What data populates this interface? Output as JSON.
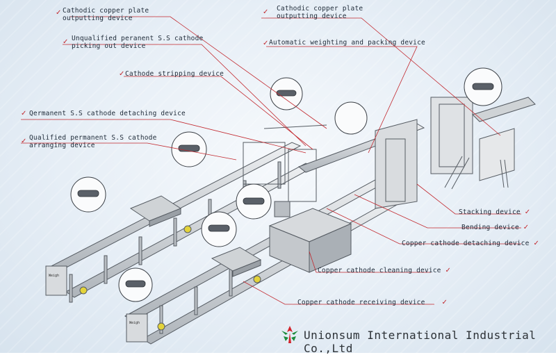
{
  "labels": {
    "l1": "Cathodic copper plate\noutputting device",
    "l2": "Unqualified peranent S.S cathode\npicking out device",
    "l3": "Cathode stripping device",
    "l4": "Qermanent S.S cathode detaching device",
    "l5": "Qualified permanent S.S cathode\narranging device",
    "r1": "Cathodic copper plate\noutputting device",
    "r2": "Automatic weighting and packing device",
    "r3": "Stacking device",
    "r4": "Bending device",
    "r5": "Copper cathode detaching device",
    "r6": "Copper cathode cleaning device",
    "r7": "Copper cathode receiving device"
  },
  "company": "Unionsum International Industrial Co.,Ltd",
  "weigher_text": "Weigh",
  "colors": {
    "leader": "#c2272d",
    "check": "#c2272d",
    "steel": "#c9cdd2",
    "steel_dark": "#7c848c",
    "motor": "#e3d33a",
    "logo_green": "#1c8a3a",
    "logo_red": "#d2232a"
  },
  "icons": [
    "check-icon",
    "gear-chain-icon",
    "company-logo-icon"
  ]
}
